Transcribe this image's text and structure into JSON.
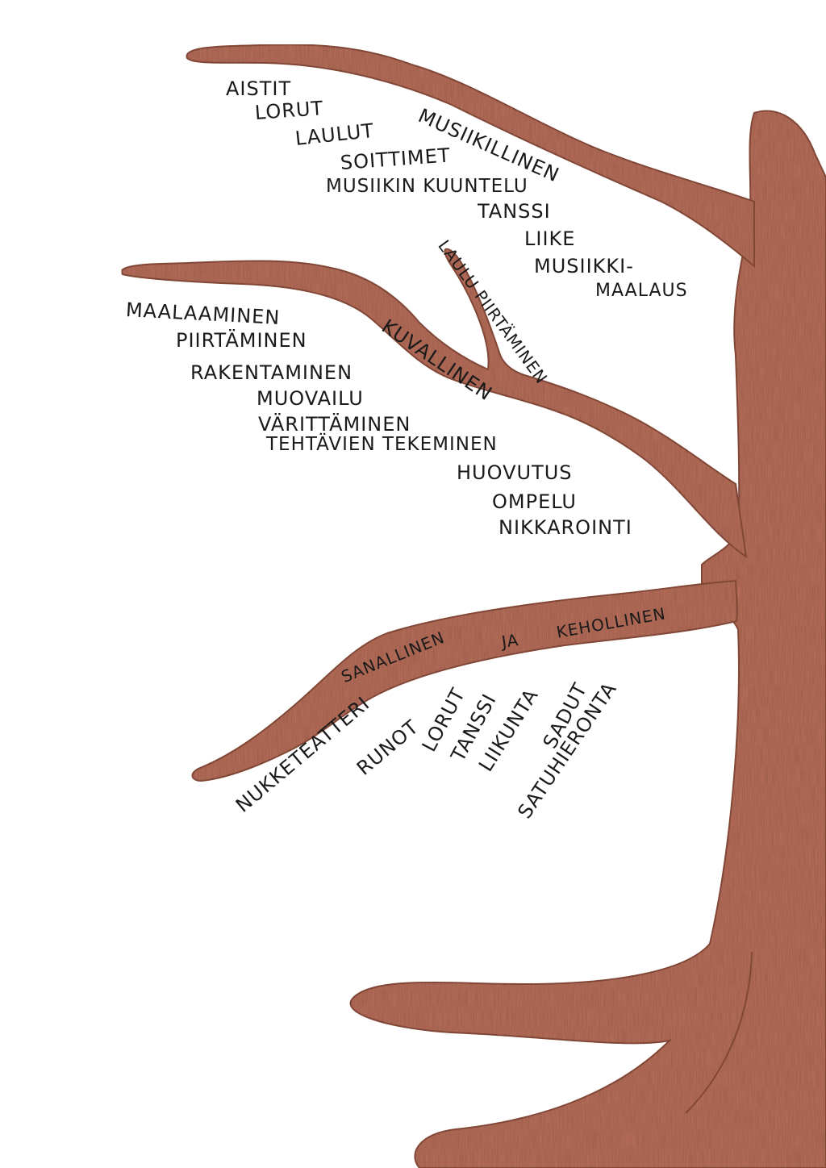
{
  "colors": {
    "bark": "#b9705c",
    "bark_dark": "#8e4f3e",
    "bark_light": "#cf8f7c",
    "ink": "#1a1a1a",
    "background": "#ffffff"
  },
  "branches": {
    "music": {
      "name": "MUSIIKILLINEN",
      "items": [
        "AISTIT",
        "LORUT",
        "LAULUT",
        "SOITTIMET",
        "MUSIIKIN KUUNTELU",
        "TANSSI",
        "LIIKE",
        "MUSIIKKI-",
        "MAALAUS"
      ]
    },
    "visual": {
      "name": "KUVALLINEN",
      "twig": "LAULU PIIRTÄMINEN",
      "items": [
        "MAALAAMINEN",
        "PIIRTÄMINEN",
        "RAKENTAMINEN",
        "MUOVAILU",
        "VÄRITTÄMINEN",
        "TEHTÄVIEN TEKEMINEN",
        "HUOVUTUS",
        "OMPELU",
        "NIKKAROINTI"
      ]
    },
    "verbal": {
      "name_parts": [
        "SANALLINEN",
        "JA",
        "KEHOLLINEN"
      ],
      "items": [
        "NUKKETEATTERI",
        "RUNOT",
        "LORUT",
        "TANSSI",
        "LIIKUNTA",
        "SADUT",
        "SATUHIERONTA"
      ]
    }
  }
}
